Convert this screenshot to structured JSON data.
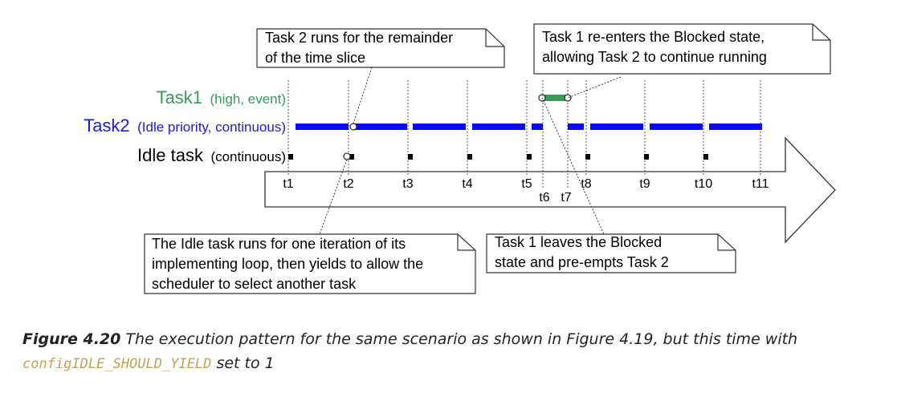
{
  "colors": {
    "task1": "#3a9a5a",
    "task1_label": "#3a9a5a",
    "task2": "#0a0aee",
    "task2_label": "#1a1ae0",
    "idle": "#000000",
    "caption_code": "#c2a05b"
  },
  "lanes": {
    "task1": {
      "name": "Task1",
      "detail": "(high, event)"
    },
    "task2": {
      "name": "Task2",
      "detail": "(Idle priority, continuous)"
    },
    "idle": {
      "name": "Idle task",
      "detail": "(continuous)"
    }
  },
  "time_ticks": [
    "t1",
    "t2",
    "t3",
    "t4",
    "t5",
    "t6",
    "t7",
    "t8",
    "t9",
    "t10",
    "t11"
  ],
  "callouts": [
    {
      "id": "remainder",
      "lines": [
        "Task 2 runs for the remainder",
        "of the time slice"
      ]
    },
    {
      "id": "reenter",
      "lines": [
        "Task 1 re-enters the Blocked state,",
        "allowing Task 2 to continue running"
      ]
    },
    {
      "id": "idle-iteration",
      "lines": [
        "The Idle task runs for one iteration of its",
        "implementing loop, then yields to allow the",
        "scheduler to select another task"
      ]
    },
    {
      "id": "leaves-blocked",
      "lines": [
        "Task 1 leaves the Blocked",
        "state and pre-empts Task 2"
      ]
    }
  ],
  "caption": {
    "label": "Figure 4.20",
    "text": " The execution pattern for the same scenario as shown in Figure 4.19, but this time with ",
    "code": "configIDLE_SHOULD_YIELD",
    "suffix": " set to 1"
  }
}
